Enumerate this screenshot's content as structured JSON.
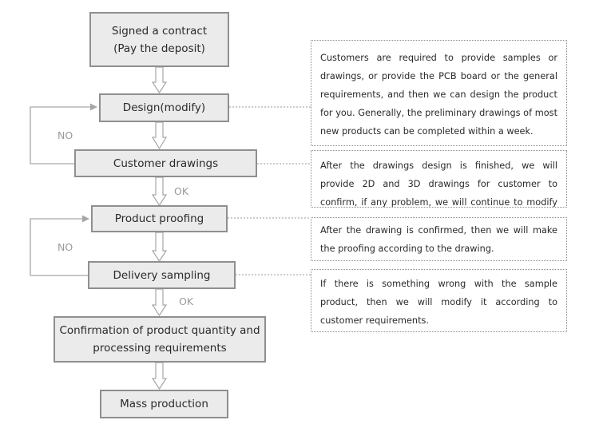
{
  "steps": {
    "contract": "Signed a contract\n(Pay the deposit)",
    "design": "Design(modify)",
    "drawings": "Customer drawings",
    "proofing": "Product proofing",
    "delivery": "Delivery sampling",
    "confirmation": "Confirmation of product quantity and\nprocessing requirements",
    "mass": "Mass production"
  },
  "labels": {
    "no_top": "NO",
    "ok_top": "OK",
    "no_bottom": "NO",
    "ok_bottom": "OK"
  },
  "notes": {
    "design": "Customers are required to provide samples or drawings, or provide the PCB board or the general requirements, and then we can design the product for you. Generally, the preliminary drawings of most new products can be completed within a week.",
    "drawings": "After the drawings design is finished, we will provide 2D and 3D drawings for customer to confirm, if any problem, we will continue to modify it.",
    "proofing": "After the drawing is confirmed, then we will make the proofing according to the drawing.",
    "delivery": "If there is something wrong with the sample product, then we will modify it according to customer requirements."
  },
  "colors": {
    "box_fill": "#ebebeb",
    "box_border": "#8f8f8f",
    "connector": "#a6a6a6"
  }
}
